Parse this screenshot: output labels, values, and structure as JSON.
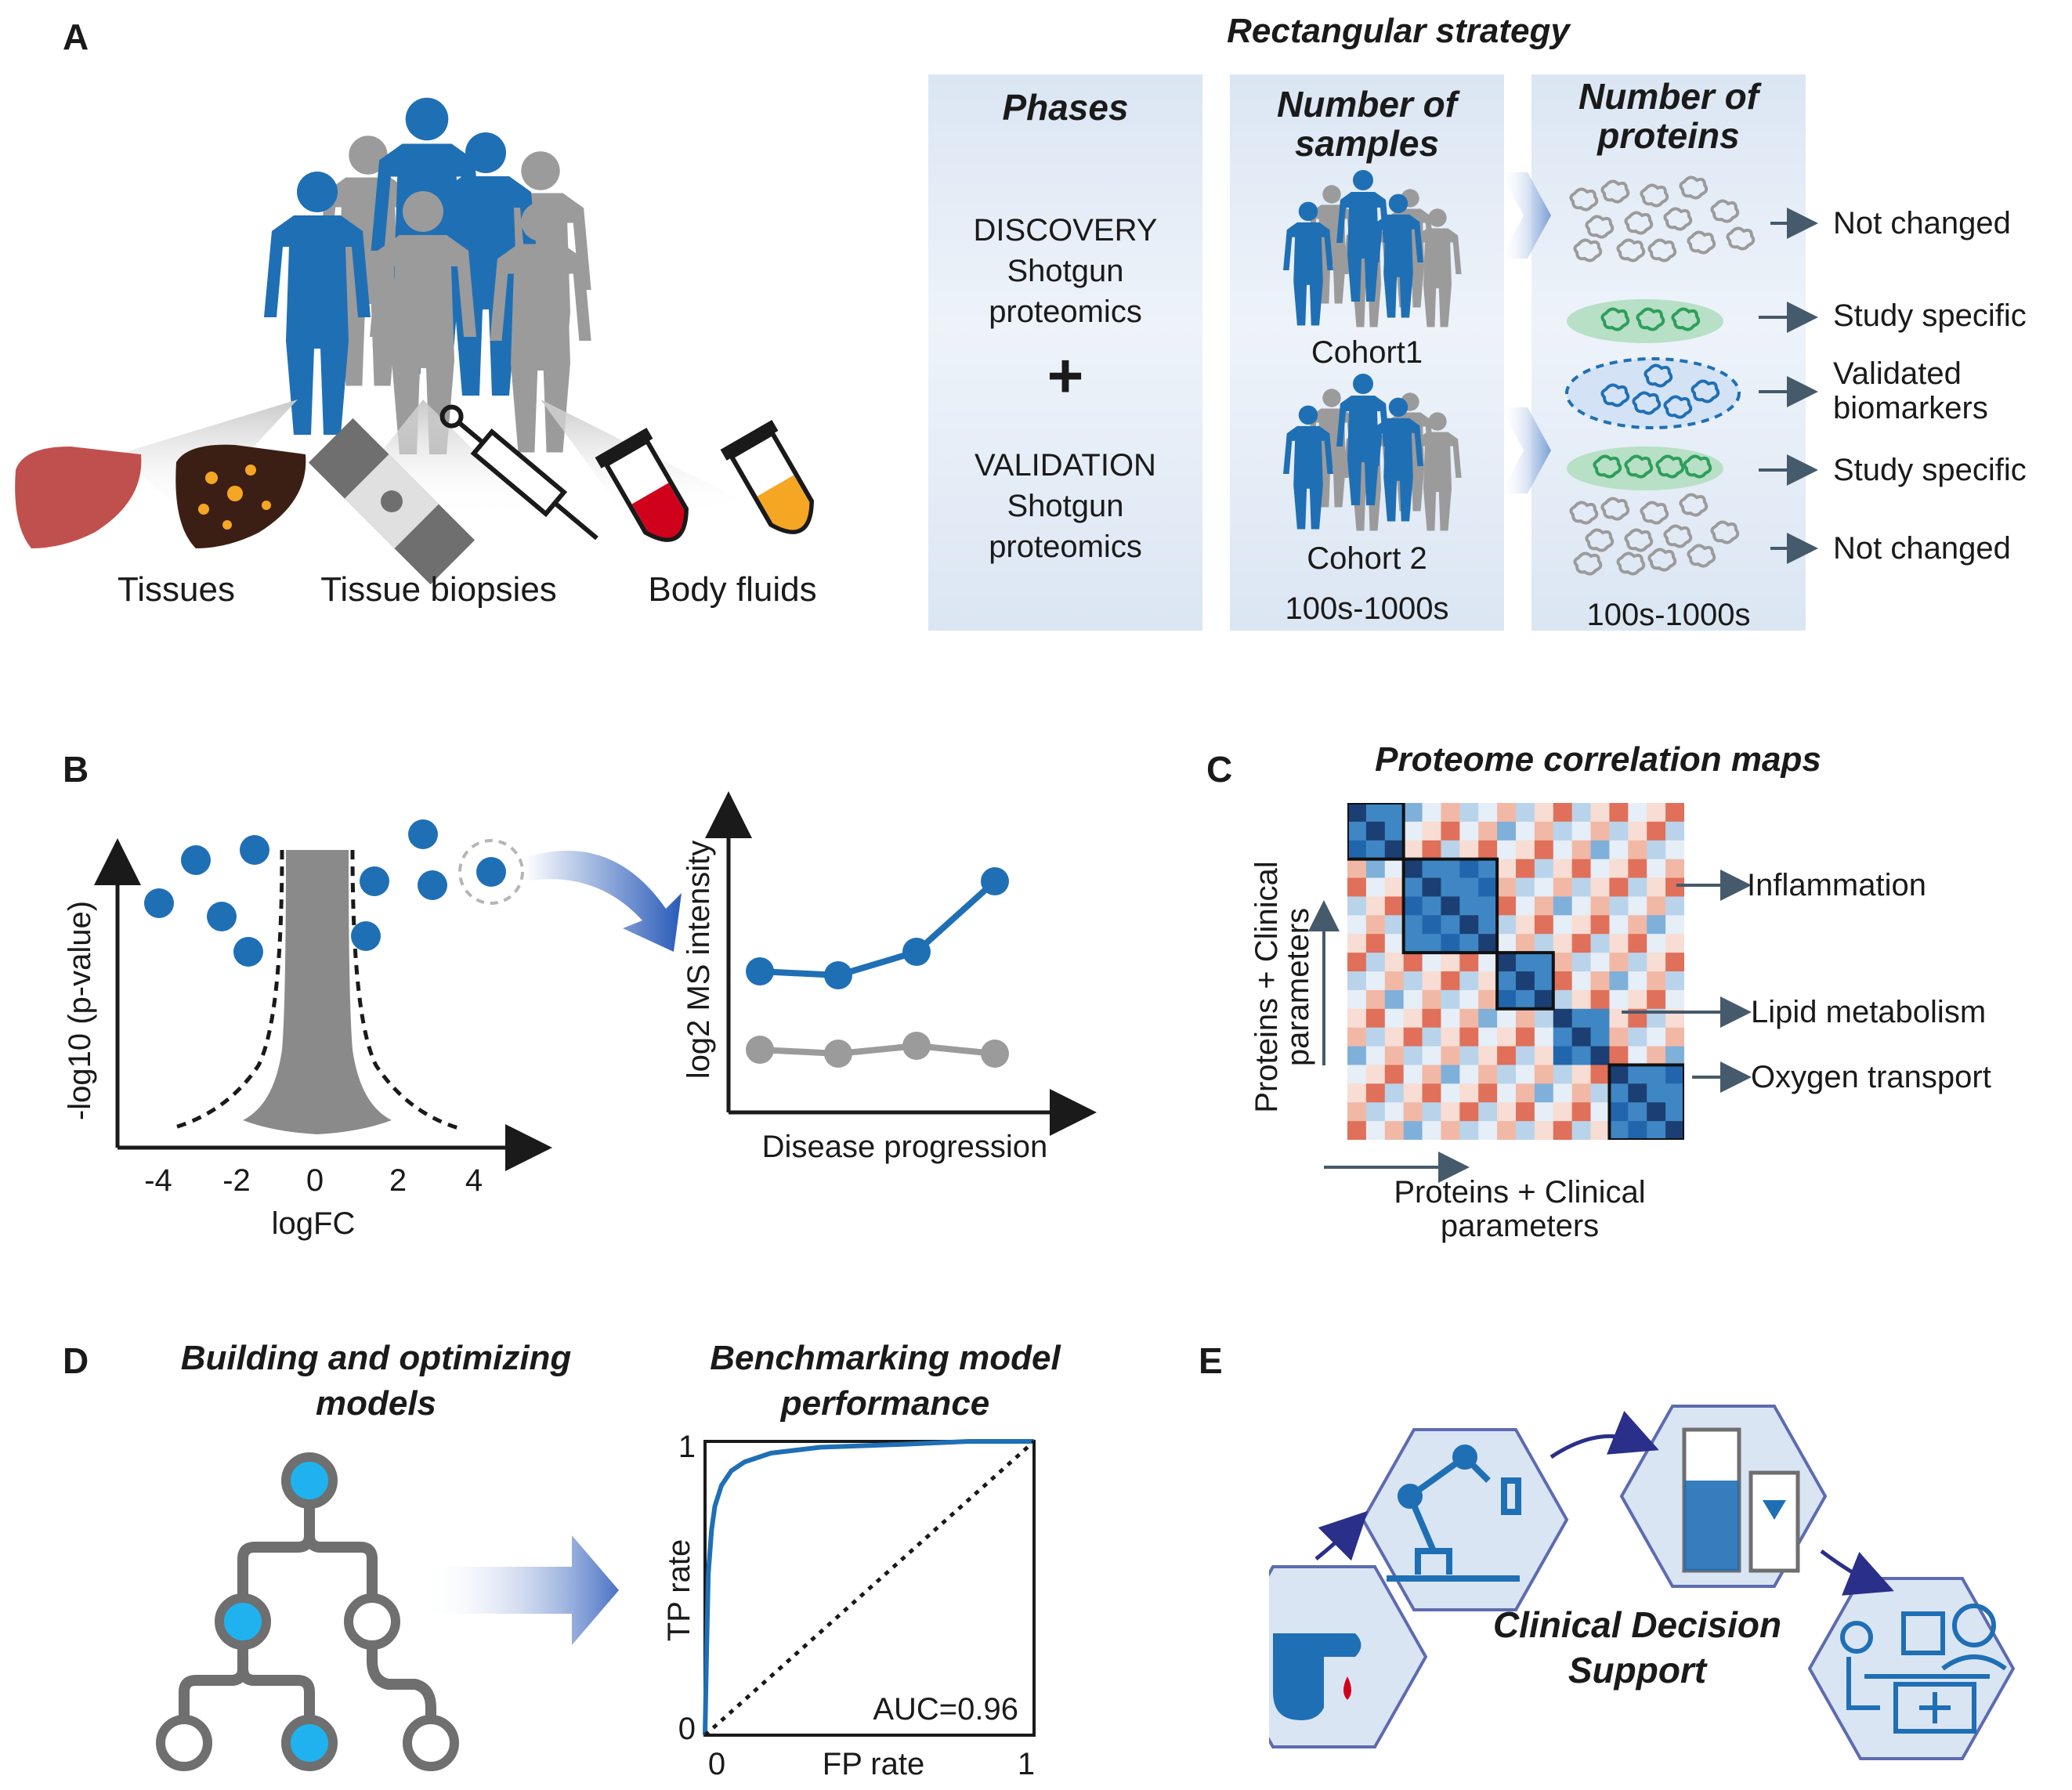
{
  "panels": {
    "a": "A",
    "b": "B",
    "c": "C",
    "d": "D",
    "e": "E"
  },
  "panel_a": {
    "labels": {
      "tissues": "Tissues",
      "biopsies": "Tissue biopsies",
      "fluids": "Body fluids"
    },
    "strategy_title": "Rectangular strategy",
    "columns": {
      "phases": "Phases",
      "samples_l1": "Number of",
      "samples_l2": "samples",
      "proteins_l1": "Number of",
      "proteins_l2": "proteins"
    },
    "discovery": [
      "DISCOVERY",
      "Shotgun",
      "proteomics"
    ],
    "plus": "+",
    "validation": [
      "VALIDATION",
      "Shotgun",
      "proteomics"
    ],
    "cohort1": "Cohort1",
    "cohort2": "Cohort 2",
    "samples_range": "100s-1000s",
    "proteins_range": "100s-1000s",
    "outcomes": {
      "not_changed_1": "Not changed",
      "study_specific_1": "Study specific",
      "validated_l1": "Validated",
      "validated_l2": "biomarkers",
      "study_specific_2": "Study specific",
      "not_changed_2": "Not changed"
    },
    "colors": {
      "blue": "#1f6fb5",
      "gray": "#9b9b9b",
      "green": "#2e9e5b"
    }
  },
  "panel_b": {
    "volcano": {
      "ylabel": "-log10 (p-value)",
      "xlabel": "logFC",
      "xticks": [
        "-4",
        "-2",
        "0",
        "2",
        "4"
      ]
    },
    "line": {
      "ylabel": "log2 MS intensity",
      "xlabel": "Disease progression"
    }
  },
  "panel_c": {
    "title": "Proteome correlation maps",
    "ylabel_l1": "Proteins + Clinical",
    "ylabel_l2": "parameters",
    "xlabel_l1": "Proteins + Clinical",
    "xlabel_l2": "parameters",
    "clusters": [
      "Inflammation",
      "Lipid metabolism",
      "Oxygen transport"
    ]
  },
  "panel_d": {
    "left_title_l1": "Building and optimizing",
    "left_title_l2": "models",
    "right_title_l1": "Benchmarking model",
    "right_title_l2": "performance"
  },
  "panel_e": {
    "title_l1": "Clinical Decision",
    "title_l2": "Support"
  },
  "chart_data": {
    "type": "line",
    "title": "Benchmarking model performance",
    "xlabel": "FP rate",
    "ylabel": "TP rate",
    "xticks": [
      "0",
      "1"
    ],
    "yticks": [
      "0",
      "1"
    ],
    "xlim": [
      0,
      1
    ],
    "ylim": [
      0,
      1
    ],
    "annotation": "AUC=0.96",
    "series": [
      {
        "x": [
          0,
          0.005,
          0.01,
          0.02,
          0.03,
          0.05,
          0.08,
          0.12,
          0.2,
          0.35,
          0.6,
          0.8,
          1.0
        ],
        "y": [
          0,
          0.3,
          0.55,
          0.7,
          0.78,
          0.85,
          0.9,
          0.93,
          0.96,
          0.98,
          0.99,
          1.0,
          1.0
        ]
      },
      {
        "x": [
          0,
          1
        ],
        "y": [
          0,
          1
        ]
      }
    ]
  }
}
